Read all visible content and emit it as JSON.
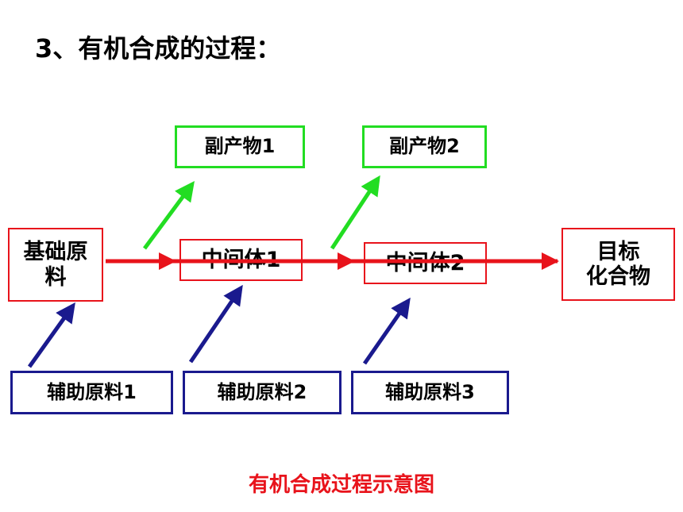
{
  "title": "3、有机合成的过程：",
  "nodes": {
    "base_material": [
      "基础原",
      "料"
    ],
    "intermediate_1": "中间体1",
    "intermediate_2": "中间体2",
    "target": [
      "目标",
      "化合物"
    ],
    "byproduct_1": "副产物1",
    "byproduct_2": "副产物2",
    "aux_1": "辅助原料1",
    "aux_2": "辅助原料2",
    "aux_3": "辅助原料3"
  },
  "caption": "有机合成过程示意图",
  "colors": {
    "main_flow": "#e8131b",
    "byproduct": "#22dd22",
    "auxiliary": "#1a1a8e"
  }
}
